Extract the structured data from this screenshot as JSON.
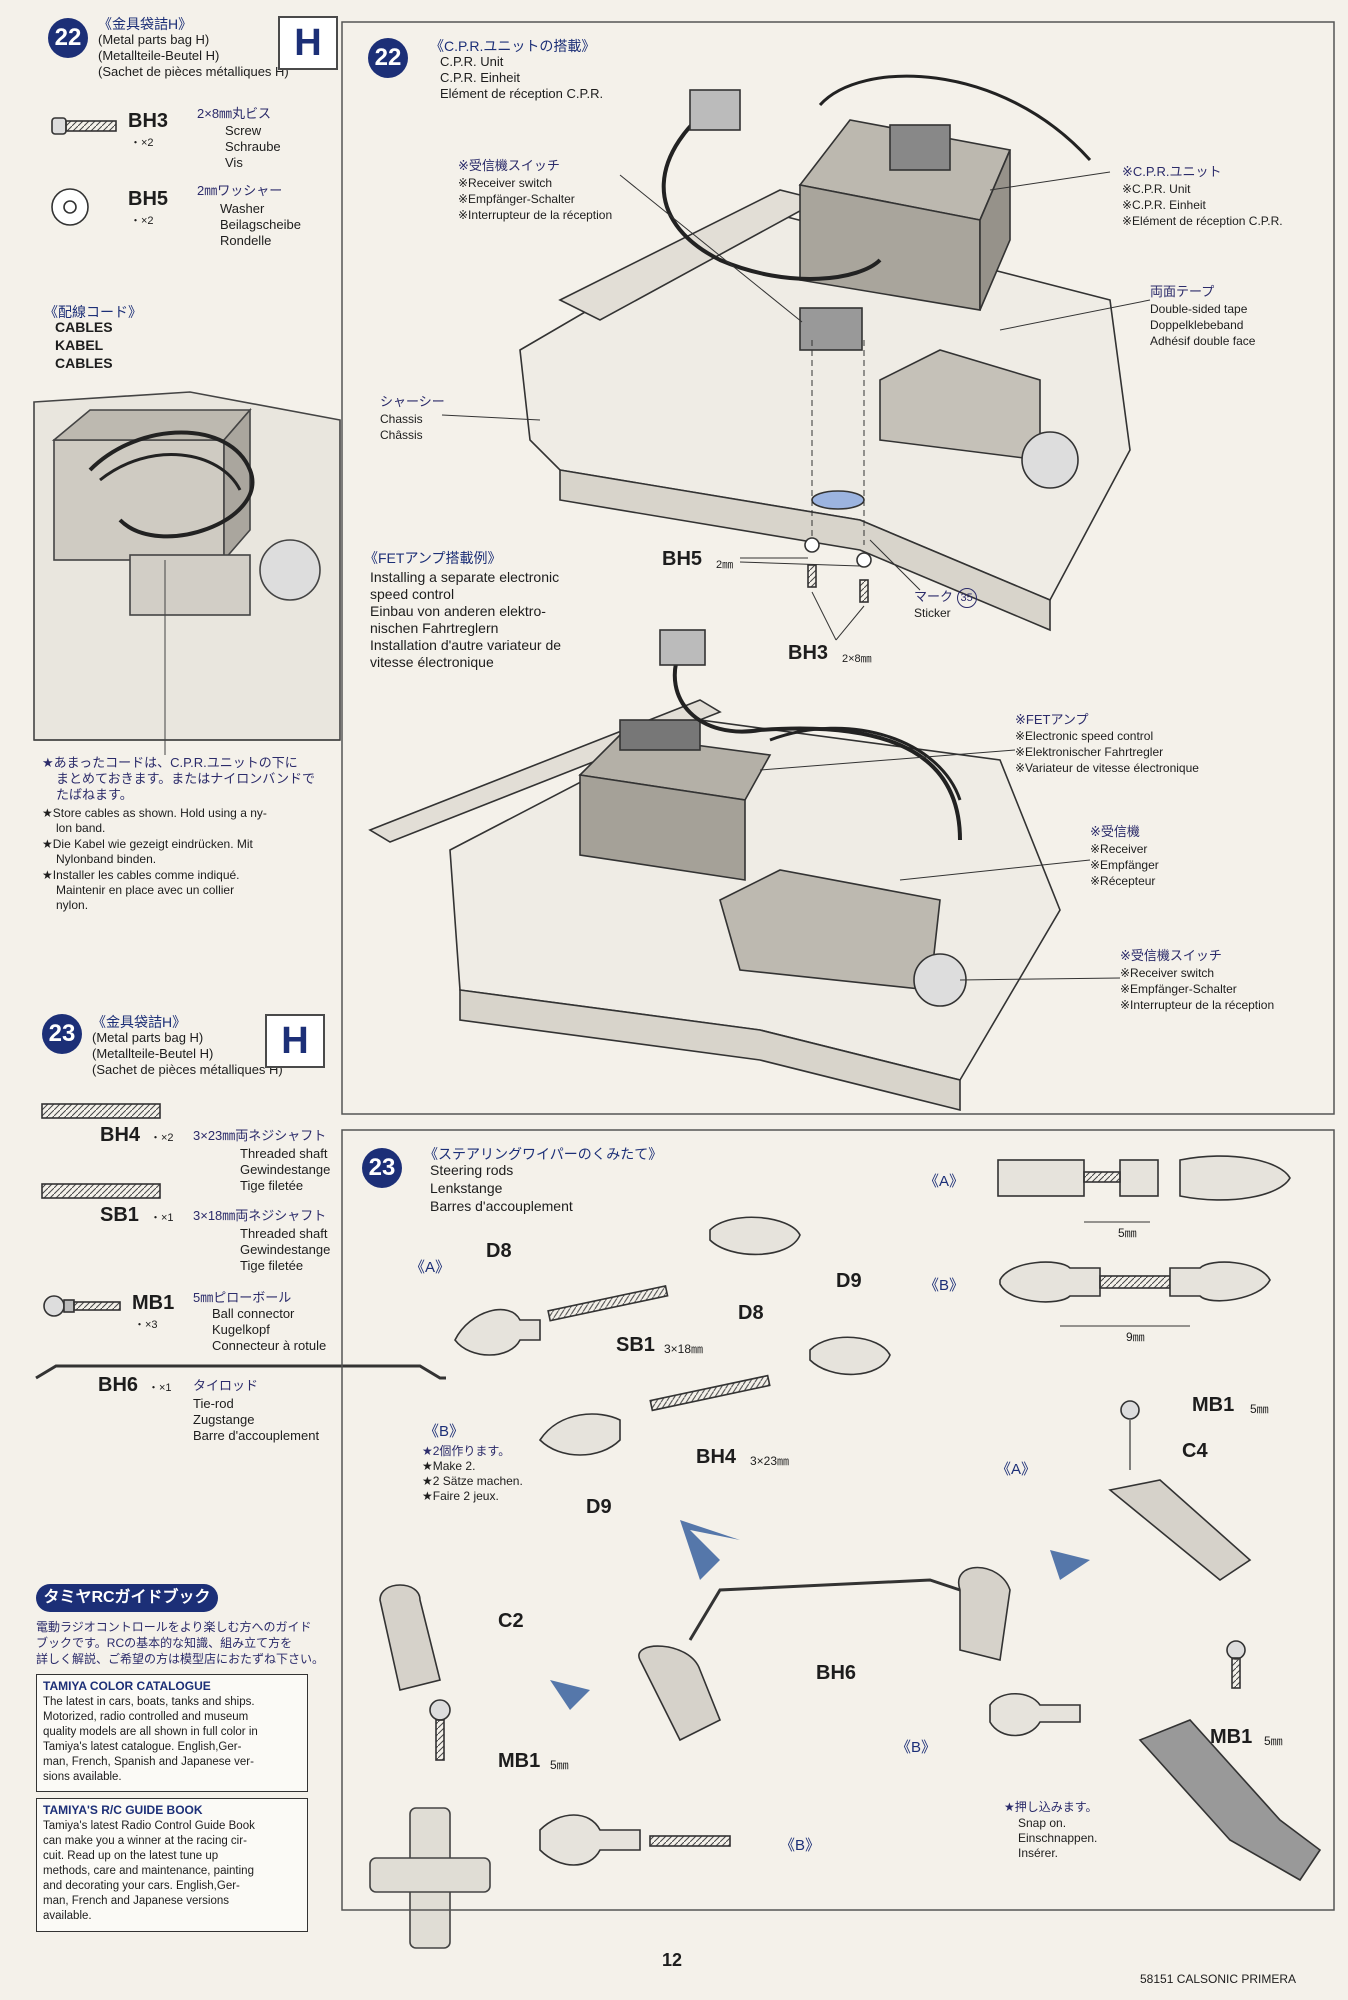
{
  "left": {
    "step22": {
      "num": "22",
      "title_jp": "《金具袋詰H》",
      "bag_en": "(Metal parts bag H)",
      "bag_de": "(Metallteile-Beutel H)",
      "bag_fr": "(Sachet de pièces métalliques H)",
      "bag_letter": "H",
      "bh3": {
        "code": "BH3",
        "qty": "・×2",
        "spec_jp": "2×8㎜丸ビス",
        "en": "Screw",
        "de": "Schraube",
        "fr": "Vis"
      },
      "bh5": {
        "code": "BH5",
        "qty": "・×2",
        "spec_jp": "2㎜ワッシャー",
        "en": "Washer",
        "de": "Beilagscheibe",
        "fr": "Rondelle"
      }
    },
    "cables": {
      "title_jp": "《配線コード》",
      "en": "CABLES",
      "de": "KABEL",
      "fr": "CABLES"
    },
    "store_note": {
      "jp1": "★あまったコードは、C.P.R.ユニットの下に",
      "jp2": "まとめておきます。またはナイロンバンドで",
      "jp3": "たばねます。",
      "en1": "★Store cables as shown. Hold using a ny-",
      "en2": "lon band.",
      "de1": "★Die Kabel wie gezeigt eindrücken. Mit",
      "de2": "Nylonband binden.",
      "fr1": "★Installer les cables comme indiqué.",
      "fr2": "Maintenir en place avec un collier",
      "fr3": "nylon."
    },
    "step23": {
      "num": "23",
      "title_jp": "《金具袋詰H》",
      "bag_en": "(Metal parts bag H)",
      "bag_de": "(Metallteile-Beutel H)",
      "bag_fr": "(Sachet de pièces métalliques H)",
      "bag_letter": "H",
      "bh4": {
        "code": "BH4",
        "qty": "・×2",
        "spec_jp": "3×23㎜両ネジシャフト",
        "en": "Threaded shaft",
        "de": "Gewindestange",
        "fr": "Tige filetée"
      },
      "sb1": {
        "code": "SB1",
        "qty": "・×1",
        "spec_jp": "3×18㎜両ネジシャフト",
        "en": "Threaded shaft",
        "de": "Gewindestange",
        "fr": "Tige filetée"
      },
      "mb1": {
        "code": "MB1",
        "qty": "・×3",
        "spec_jp": "5㎜ピローボール",
        "en": "Ball connector",
        "de": "Kugelkopf",
        "fr": "Connecteur à rotule"
      },
      "bh6": {
        "code": "BH6",
        "qty": "・×1",
        "spec_jp": "タイロッド",
        "en": "Tie-rod",
        "de": "Zugstange",
        "fr": "Barre d'accouplement"
      }
    },
    "guide": {
      "banner": "タミヤRCガイドブック",
      "jp1": "電動ラジオコントロールをより楽しむ方へのガイド",
      "jp2": "ブックです。RCの基本的な知識、組み立て方を",
      "jp3": "詳しく解説、ご希望の方は模型店におたずね下さい。",
      "catalogue_title": "TAMIYA COLOR CATALOGUE",
      "catalogue_lines": [
        "The latest in cars, boats, tanks and ships.",
        "Motorized, radio controlled and museum",
        "quality models are all shown in full color in",
        "Tamiya's latest catalogue. English,Ger-",
        "man, French, Spanish and Japanese ver-",
        "sions available."
      ],
      "book_title": "TAMIYA'S R/C GUIDE BOOK",
      "book_lines": [
        "Tamiya's latest Radio Control Guide Book",
        "can make you a winner at the racing cir-",
        "cuit. Read up on the latest tune up",
        "methods, care and maintenance, painting",
        "and decorating your cars. English,Ger-",
        "man, French and Japanese versions",
        "available."
      ]
    }
  },
  "right22": {
    "num": "22",
    "title_jp": "《C.P.R.ユニットの搭載》",
    "en": "C.P.R. Unit",
    "de": "C.P.R. Einheit",
    "fr": "Elément de réception C.P.R.",
    "switch": {
      "jp": "※受信機スイッチ",
      "en": "※Receiver switch",
      "de": "※Empfänger-Schalter",
      "fr": "※Interrupteur de la réception"
    },
    "cpr": {
      "jp": "※C.P.R.ユニット",
      "en": "※C.P.R. Unit",
      "de": "※C.P.R. Einheit",
      "fr": "※Elément de réception C.P.R."
    },
    "tape": {
      "jp": "両面テープ",
      "en": "Double-sided tape",
      "de": "Doppelklebeband",
      "fr": "Adhésif double face"
    },
    "chassis": {
      "jp": "シャーシー",
      "en": "Chassis",
      "fr": "Châssis"
    },
    "bh5": "BH5",
    "bh5_size": "2㎜",
    "bh3": "BH3",
    "bh3_size": "2×8㎜",
    "sticker": {
      "jp": "マーク",
      "num": "35",
      "en": "Sticker"
    },
    "fet_example": {
      "jp": "《FETアンプ搭載例》",
      "en1": "Installing a separate electronic",
      "en2": "speed control",
      "de1": "Einbau von anderen elektro-",
      "de2": "nischen Fahrtreglern",
      "fr1": "Installation d'autre variateur de",
      "fr2": "vitesse électronique"
    },
    "fet": {
      "jp": "※FETアンプ",
      "en": "※Electronic speed control",
      "de": "※Elektronischer Fahrtregler",
      "fr": "※Variateur de vitesse électronique"
    },
    "receiver": {
      "jp": "※受信機",
      "en": "※Receiver",
      "de": "※Empfänger",
      "fr": "※Récepteur"
    },
    "switch2": {
      "jp": "※受信機スイッチ",
      "en": "※Receiver switch",
      "de": "※Empfänger-Schalter",
      "fr": "※Interrupteur de la réception"
    }
  },
  "right23": {
    "num": "23",
    "title_jp": "《ステアリングワイパーのくみたて》",
    "en": "Steering rods",
    "de": "Lenkstange",
    "fr": "Barres d'accouplement",
    "a": "《A》",
    "b": "《B》",
    "d8": "D8",
    "d9": "D9",
    "sb1": "SB1",
    "sb1_size": "3×18㎜",
    "bh4": "BH4",
    "bh4_size": "3×23㎜",
    "dim5": "5㎜",
    "dim9": "9㎜",
    "make2": {
      "jp": "★2個作ります。",
      "en": "★Make 2.",
      "de": "★2 Sätze machen.",
      "fr": "★Faire 2 jeux."
    },
    "mb1": "MB1",
    "mb1_size": "5㎜",
    "c4": "C4",
    "c2": "C2",
    "bh6": "BH6",
    "snap": {
      "jp": "★押し込みます。",
      "en": "Snap on.",
      "de": "Einschnappen.",
      "fr": "Insérer."
    }
  },
  "footer": {
    "page": "12",
    "model": "58151 CALSONIC PRIMERA"
  }
}
